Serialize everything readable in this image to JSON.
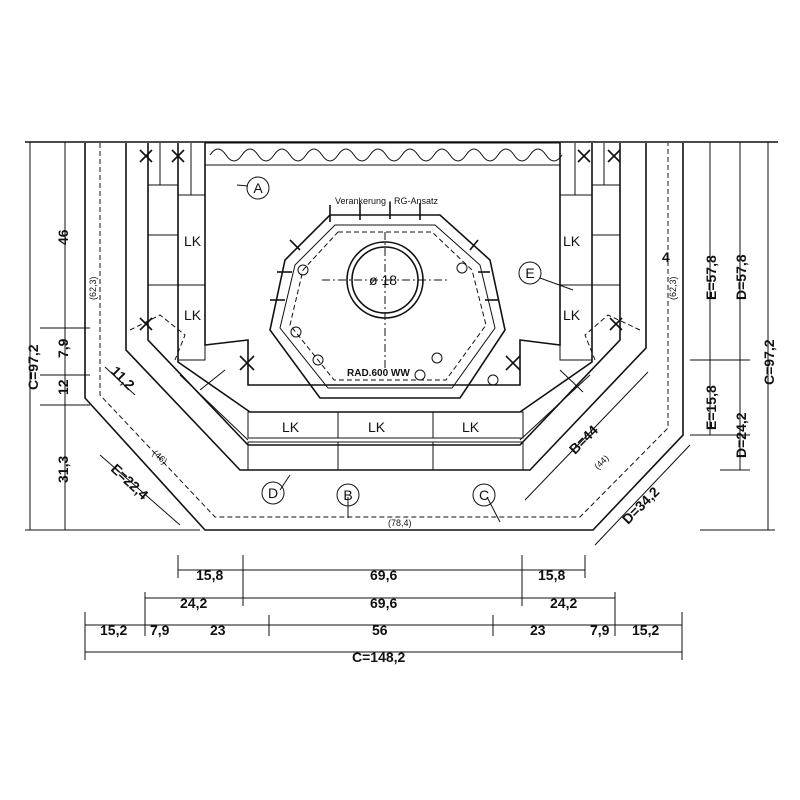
{
  "labels": {
    "a": "A",
    "b": "B",
    "c": "C",
    "d": "D",
    "e": "E",
    "lk": "LK",
    "diameter": "ø 18",
    "rad": "RAD.600 WW",
    "top_note": "Verankerung · RG-Ansatz",
    "note_62_left": "(62,3)",
    "note_62_right": "(62,3)",
    "note_46_left": "(46)",
    "note_44_right": "(44)",
    "note_784": "(78,4)"
  },
  "dims": {
    "left_46": "46",
    "left_79": "7,9",
    "left_12": "12",
    "left_313": "31,3",
    "left_c": "C=97,2",
    "left_112": "11,2",
    "left_e224": "E=22,4",
    "right_e578": "E=57,8",
    "right_d578": "D=57,8",
    "right_c972": "C=97,2",
    "right_e158": "E=15,8",
    "right_d242": "D=24,2",
    "right_4": "4",
    "right_b44": "B=44",
    "right_d342": "D=34,2",
    "row1": [
      "15,8",
      "69,6",
      "15,8"
    ],
    "row2": [
      "24,2",
      "69,6",
      "24,2"
    ],
    "row3": [
      "15,2",
      "7,9",
      "23",
      "56",
      "23",
      "7,9",
      "15,2"
    ],
    "row4": "C=148,2"
  }
}
